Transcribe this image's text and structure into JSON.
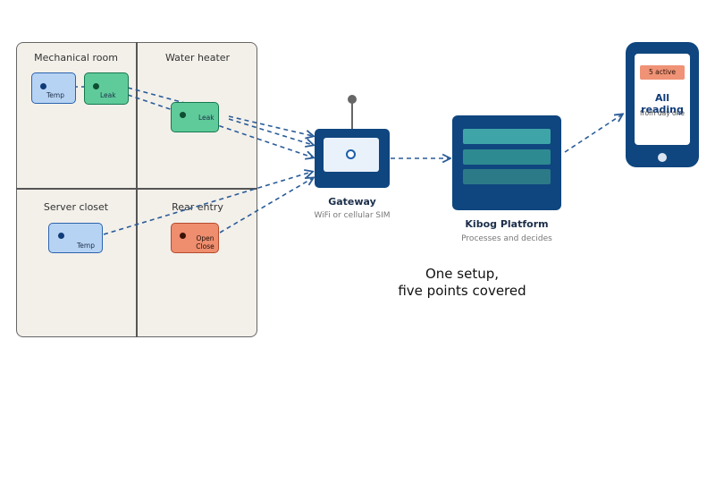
{
  "rooms": {
    "mechanical": "Mechanical room",
    "water_heater": "Water heater",
    "server_closet": "Server closet",
    "rear_entry": "Rear entry"
  },
  "sensors": {
    "mech_temp": "Temp",
    "mech_leak": "Leak",
    "heater_leak": "Leak",
    "server_temp": "Temp",
    "rear_door_line1": "Open",
    "rear_door_line2": "Close"
  },
  "gateway": {
    "title": "Gateway",
    "subtitle": "WiFi or cellular SIM"
  },
  "platform": {
    "title": "Kibog Platform",
    "subtitle": "Processes and decides"
  },
  "phone": {
    "badge": "5 active",
    "main": "All reading",
    "sub": "from day one"
  },
  "headline": {
    "line1": "One setup,",
    "line2": "five points covered"
  },
  "colors": {
    "navy": "#0f467f",
    "wire": "#2a5c98",
    "temp": "#b7d3f3",
    "leak": "#5fcb9a",
    "door": "#ee8e6f"
  }
}
